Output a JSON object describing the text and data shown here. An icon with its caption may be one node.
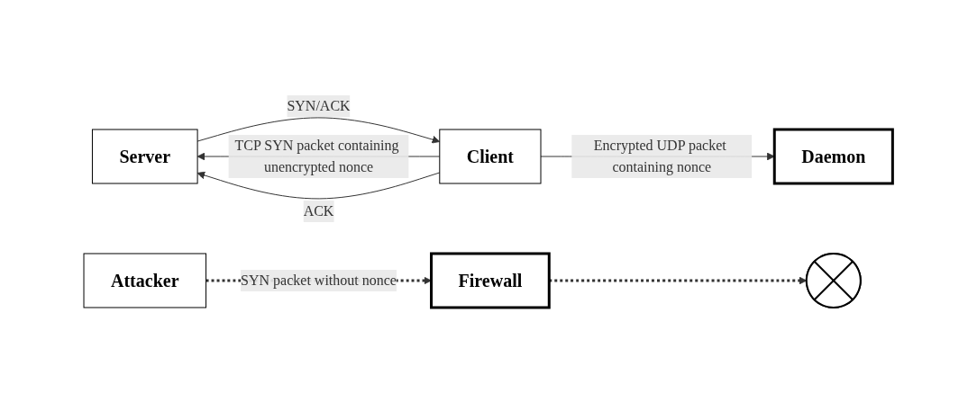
{
  "diagram": {
    "nodes": [
      {
        "text": [
          "Server"
        ]
      },
      {
        "text": [
          "Daemon"
        ]
      },
      {
        "text": [
          "Firewall"
        ]
      },
      {
        "text": [
          "Client"
        ]
      },
      {
        "text": [
          "Attacker"
        ]
      },
      {
        "text": [],
        "shape": "cross"
      }
    ],
    "edges": [
      {
        "from": 3,
        "to": 1,
        "arrow": "to",
        "label": "Encrypted UDP packet containing nonce"
      },
      {
        "from": 3,
        "to": 0,
        "arrow": "to",
        "label": "TCP SYN packet containing unencrypted nonce"
      },
      {
        "from": 0,
        "to": 3,
        "arrow": "to",
        "label": "SYN/ACK"
      },
      {
        "from": 3,
        "to": 0,
        "arrow": "to",
        "label": "ACK"
      },
      {
        "from": 4,
        "to": 2,
        "arrow": "to",
        "label": "SYN packet without nonce",
        "style": "dashed"
      },
      {
        "from": 2,
        "to": 5,
        "arrow": "to",
        "style": "dashed"
      }
    ]
  }
}
